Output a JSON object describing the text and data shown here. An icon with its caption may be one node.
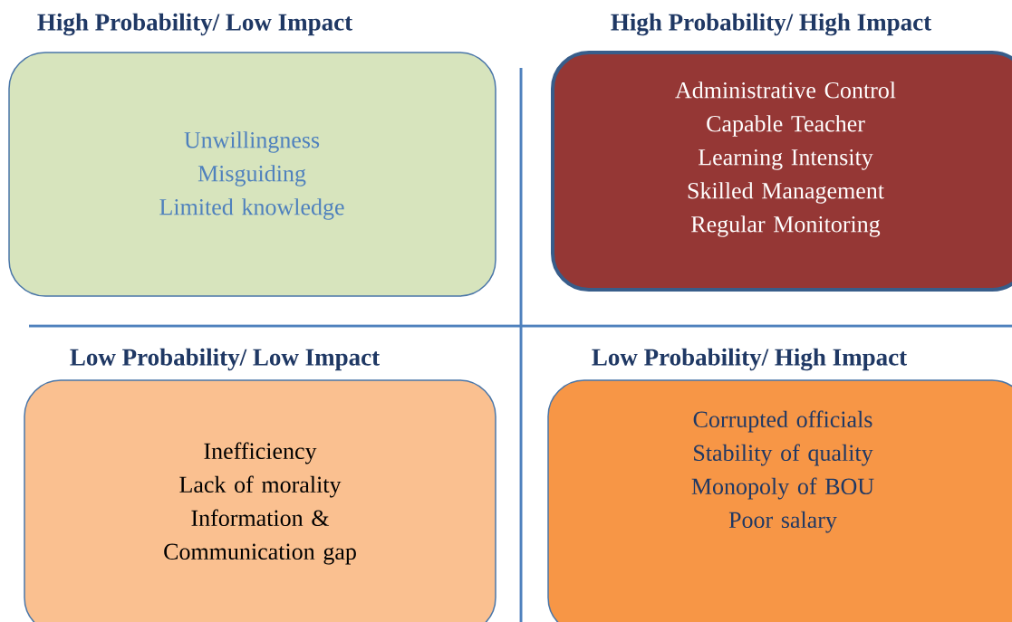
{
  "diagram": {
    "nodes": [
      {
        "text": [
          "High Probability/ Low Impact",
          "Unwillingness",
          "Misguiding",
          "Limited knowledge"
        ]
      },
      {
        "text": [
          "High Probability/ High Impact",
          "Administrative Control",
          "Capable Teacher",
          "Learning Intensity",
          "Skilled Management",
          "Regular Monitoring"
        ]
      },
      {
        "text": [
          "Low Probability/ Low Impact",
          "Inefficiency",
          "Lack of morality",
          "Information & Communication gap"
        ]
      },
      {
        "text": [
          "Low Probability/ High Impact",
          "Corrupted officials",
          "Stability of quality",
          "Monopoly of BOU",
          "Poor salary"
        ]
      }
    ]
  }
}
